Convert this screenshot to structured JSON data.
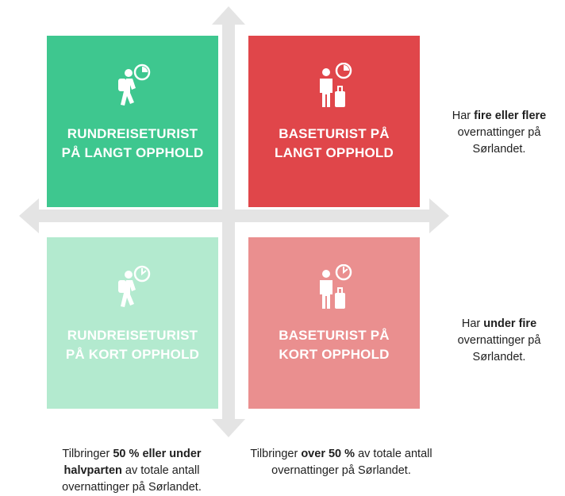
{
  "colors": {
    "tl": "#3ec78f",
    "tr": "#e0464a",
    "bl": "#b3eacf",
    "br": "#ea8f8f",
    "axis": "#e4e4e4"
  },
  "quadrants": {
    "tl": {
      "line1": "RUNDREISETURIST",
      "line2": "PÅ LANGT OPPHOLD",
      "icon": "backpacker-clock-icon"
    },
    "tr": {
      "line1": "BASETURIST PÅ",
      "line2": "LANGT OPPHOLD",
      "icon": "traveler-suitcase-clock-icon"
    },
    "bl": {
      "line1": "RUNDREISETURIST",
      "line2": "PÅ KORT OPPHOLD",
      "icon": "backpacker-clock-icon"
    },
    "br": {
      "line1": "BASETURIST PÅ",
      "line2": "KORT OPPHOLD",
      "icon": "traveler-suitcase-clock-icon"
    }
  },
  "notes": {
    "right_top": {
      "pre": "Har ",
      "bold": "fire eller flere",
      "post": " overnattinger på Sørlandet."
    },
    "right_bottom": {
      "pre": "Har ",
      "bold": "under fire",
      "post": " overnattinger på Sørlandet."
    },
    "bottom_left": {
      "pre": "Tilbringer ",
      "bold": "50 % eller under halvparten",
      "post": " av totale antall overnattinger på Sørlandet."
    },
    "bottom_right": {
      "pre": "Tilbringer ",
      "bold": "over 50 %",
      "post": "  av totale antall overnattinger på Sørlandet."
    }
  }
}
